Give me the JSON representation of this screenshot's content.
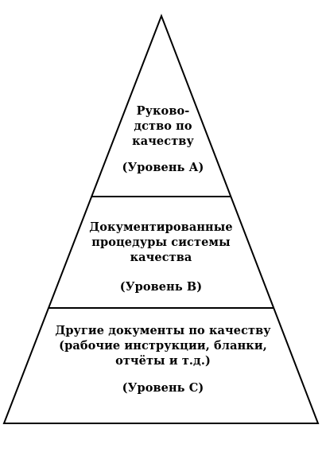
{
  "levels": [
    {
      "lines": [
        "Руково-",
        "дство по",
        "качеству"
      ],
      "tag": "(Уровень А)"
    },
    {
      "lines": [
        "Документированные",
        "процедуры системы",
        "качества"
      ],
      "tag": "(Уровень В)"
    },
    {
      "lines": [
        "Другие документы по качеству",
        "(рабочие инструкции, бланки,",
        "отчёты и т.д.)"
      ],
      "tag": "(Уровень С)"
    }
  ],
  "colors": {
    "stroke": "#000000",
    "background": "#ffffff"
  }
}
